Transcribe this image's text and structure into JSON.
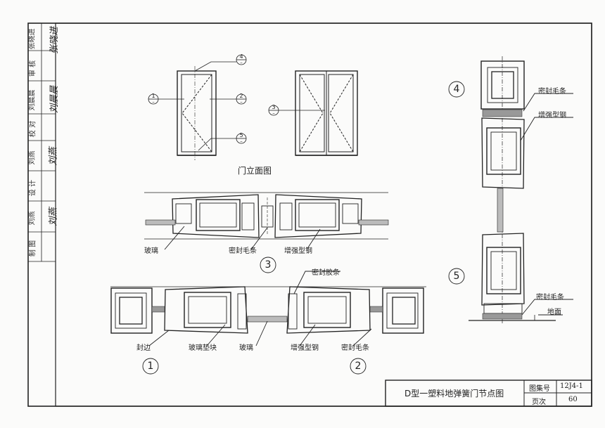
{
  "side_block": {
    "col1": [
      "张晓进",
      "审 核",
      "刘晨晨",
      "校 对",
      "刘燕",
      "设 计",
      "刘燕",
      "制 图"
    ],
    "signatures": [
      "张晓进",
      "刘晨晨",
      "刘燕",
      "刘燕"
    ]
  },
  "elevation": {
    "title": "门立面图",
    "markers": [
      {
        "num": "4",
        "sub": "–"
      },
      {
        "num": "1",
        "sub": "–"
      },
      {
        "num": "2",
        "sub": "–"
      },
      {
        "num": "5",
        "sub": "–"
      },
      {
        "num": "3",
        "sub": "–"
      }
    ]
  },
  "details": {
    "d3": {
      "num": "3",
      "labels": [
        "玻璃",
        "密封毛条",
        "增强型钢"
      ]
    },
    "d12": {
      "top_label": "密封胶条",
      "labels": [
        "封边",
        "玻璃垫块",
        "玻璃",
        "增强型钢",
        "密封毛条"
      ],
      "nums": [
        "1",
        "2"
      ]
    },
    "d45": {
      "labels": [
        "密封毛条",
        "增强型钢",
        "密封毛条",
        "地面"
      ],
      "nums": [
        "4",
        "5"
      ]
    }
  },
  "title_block": {
    "title": "D型一塑料地弹簧门节点图",
    "atlas_label": "图集号",
    "atlas_value": "12J4-1",
    "page_label": "页次",
    "page_value": "60"
  }
}
